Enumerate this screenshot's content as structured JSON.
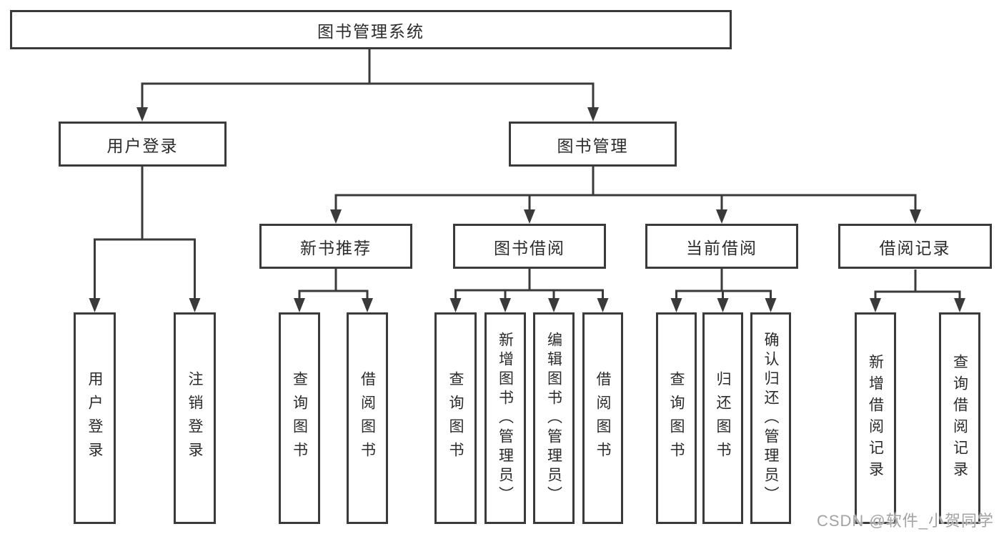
{
  "tree": {
    "label": "图书管理系统",
    "children": [
      {
        "label": "用户登录",
        "children": [
          {
            "label": "用户登录"
          },
          {
            "label": "注销登录"
          }
        ]
      },
      {
        "label": "图书管理",
        "children": [
          {
            "label": "新书推荐",
            "children": [
              {
                "label": "查询图书"
              },
              {
                "label": "借阅图书"
              }
            ]
          },
          {
            "label": "图书借阅",
            "children": [
              {
                "label": "查询图书"
              },
              {
                "label": "新增图书（管理员）"
              },
              {
                "label": "编辑图书（管理员）"
              },
              {
                "label": "借阅图书"
              }
            ]
          },
          {
            "label": "当前借阅",
            "children": [
              {
                "label": "查询图书"
              },
              {
                "label": "归还图书"
              },
              {
                "label": "确认归还（管理员）"
              }
            ]
          },
          {
            "label": "借阅记录",
            "children": [
              {
                "label": "新增借阅记录"
              },
              {
                "label": "查询借阅记录"
              }
            ]
          }
        ]
      }
    ]
  },
  "watermark": {
    "text": "CSDN @软件_小贺同学"
  },
  "colors": {
    "line": "#3a3a3a",
    "text": "#2b2b2b",
    "background": "#ffffff",
    "watermark": "#a3a3a3"
  }
}
